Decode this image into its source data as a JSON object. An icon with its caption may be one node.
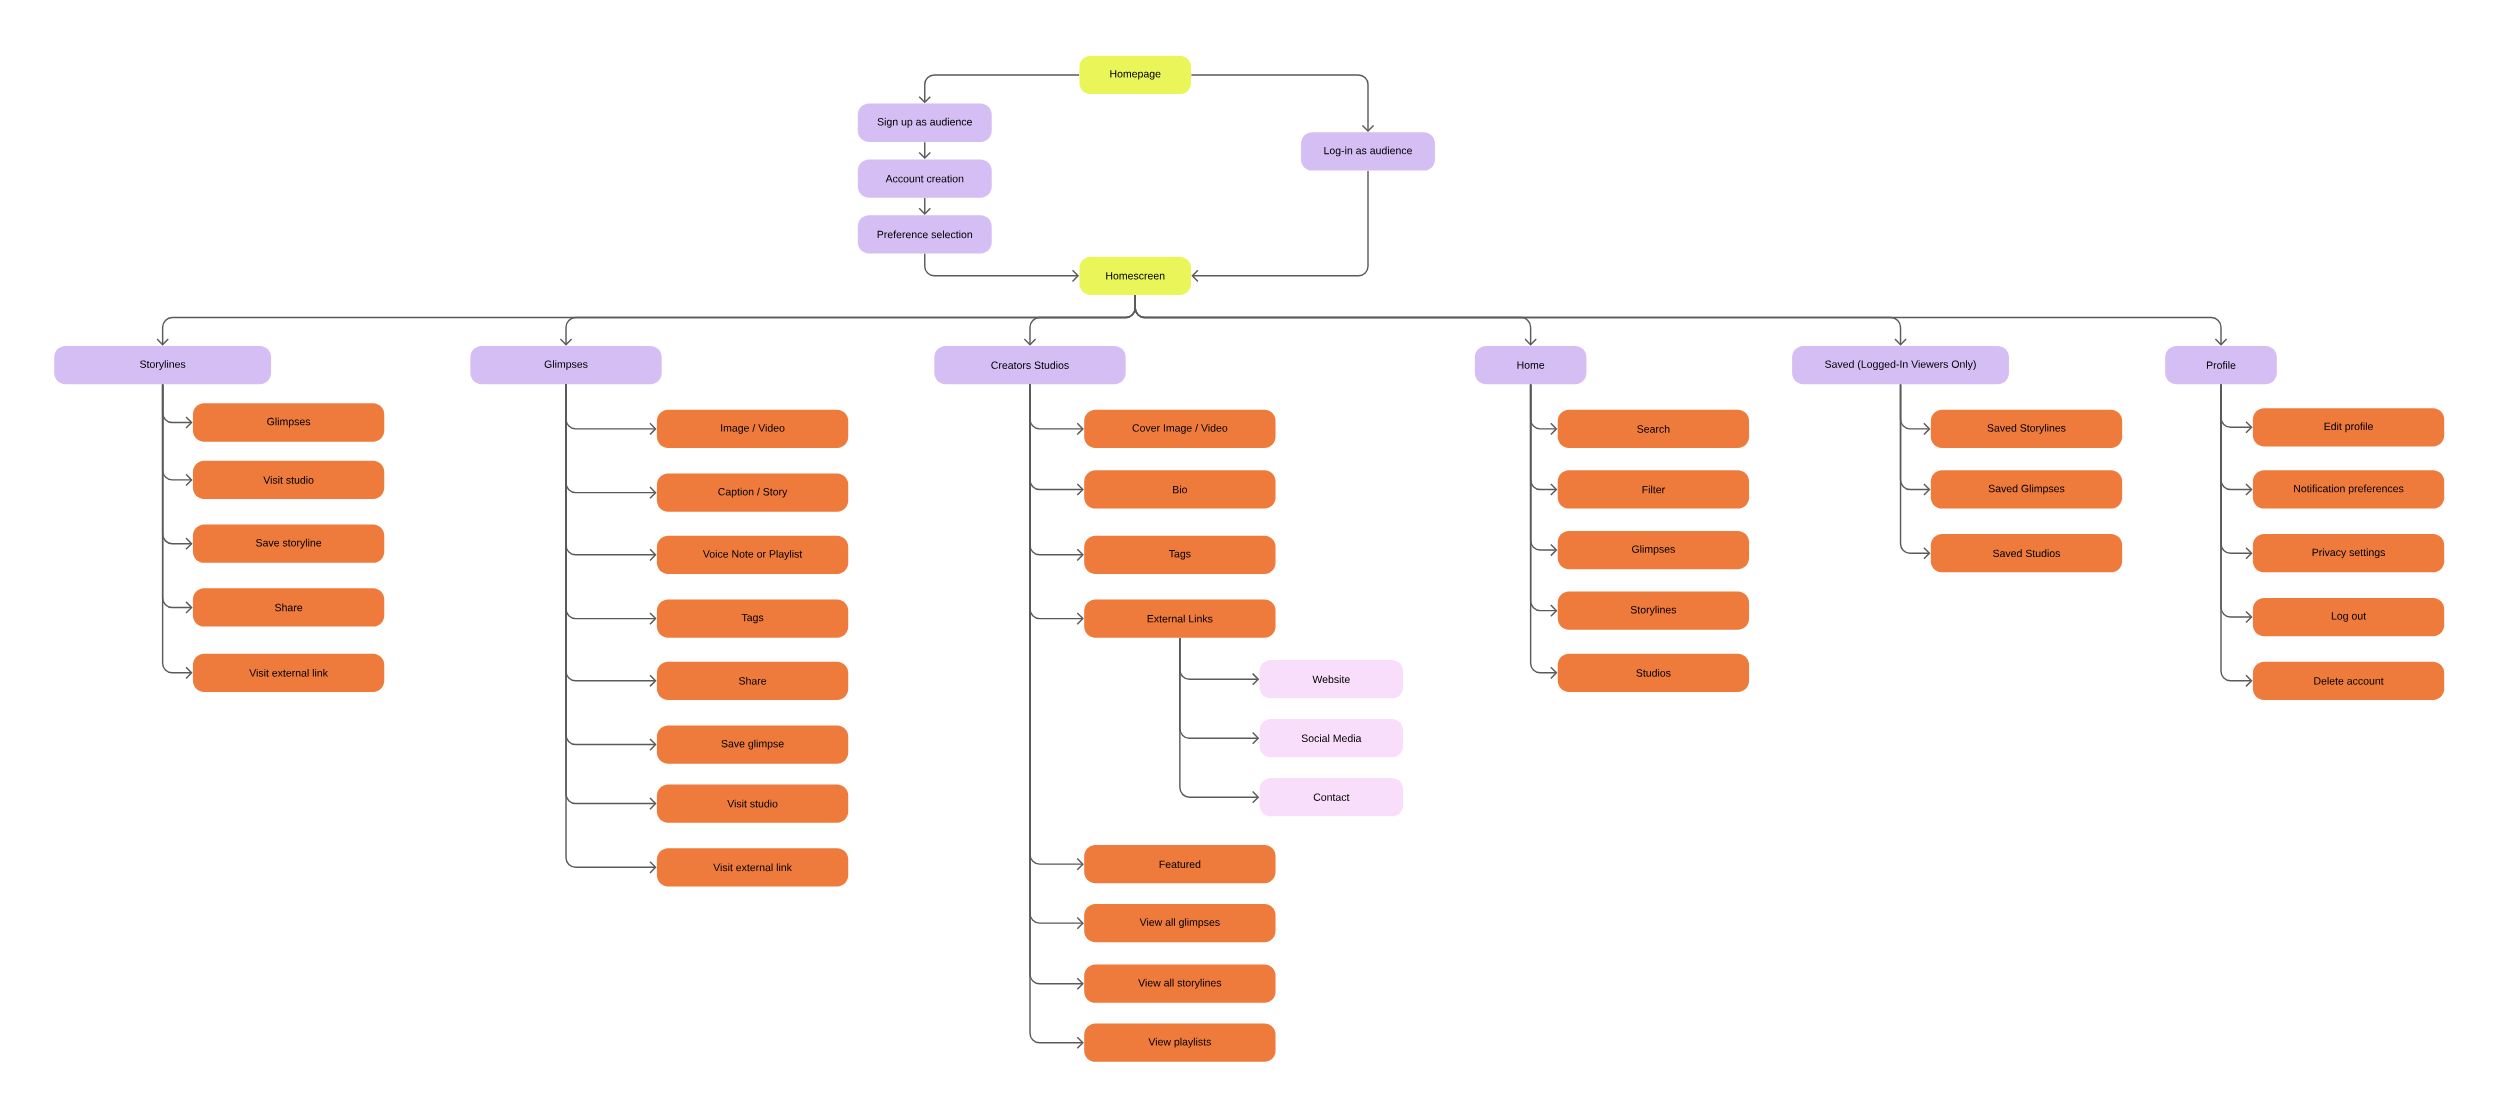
{
  "diagram": {
    "nodes": [
      {
        "text": [
          "Homepage"
        ]
      },
      {
        "text": [
          "Sign up as audience"
        ]
      },
      {
        "text": [
          "Account creation"
        ]
      },
      {
        "text": [
          "Preference selection"
        ]
      },
      {
        "text": [
          "Log-in as audience"
        ]
      },
      {
        "text": [
          "Homescreen"
        ]
      },
      {
        "text": [
          "Storylines"
        ]
      },
      {
        "text": [
          "Glimpses"
        ]
      },
      {
        "text": [
          "Creators Studios"
        ]
      },
      {
        "text": [
          "Home"
        ]
      },
      {
        "text": [
          "Saved (Logged-In Viewers Only)"
        ]
      },
      {
        "text": [
          "Profile"
        ]
      },
      {
        "text": [
          "Glimpses"
        ]
      },
      {
        "text": [
          "Visit studio"
        ]
      },
      {
        "text": [
          "Save storyline"
        ]
      },
      {
        "text": [
          "Share"
        ]
      },
      {
        "text": [
          "Visit external link"
        ]
      },
      {
        "text": [
          "Image / Video"
        ]
      },
      {
        "text": [
          "Caption / Story"
        ]
      },
      {
        "text": [
          "Voice Note or Playlist"
        ]
      },
      {
        "text": [
          "Tags"
        ]
      },
      {
        "text": [
          "Share"
        ]
      },
      {
        "text": [
          "Save glimpse"
        ]
      },
      {
        "text": [
          "Visit studio"
        ]
      },
      {
        "text": [
          "Visit external link"
        ]
      },
      {
        "text": [
          "Cover Image / Video"
        ]
      },
      {
        "text": [
          "Bio"
        ]
      },
      {
        "text": [
          "Tags"
        ]
      },
      {
        "text": [
          "External Links"
        ]
      },
      {
        "text": [
          "Website"
        ]
      },
      {
        "text": [
          "Social Media"
        ]
      },
      {
        "text": [
          "Contact"
        ]
      },
      {
        "text": [
          "Featured"
        ]
      },
      {
        "text": [
          "View all glimpses"
        ]
      },
      {
        "text": [
          "View all storylines"
        ]
      },
      {
        "text": [
          "View playlists"
        ]
      },
      {
        "text": [
          "Search"
        ]
      },
      {
        "text": [
          "Filter"
        ]
      },
      {
        "text": [
          "Glimpses"
        ]
      },
      {
        "text": [
          "Storylines"
        ]
      },
      {
        "text": [
          "Studios"
        ]
      },
      {
        "text": [
          "Saved Storylines"
        ]
      },
      {
        "text": [
          "Saved Glimpses"
        ]
      },
      {
        "text": [
          "Saved Studios"
        ]
      },
      {
        "text": [
          "Edit profile"
        ]
      },
      {
        "text": [
          "Notification preferences"
        ]
      },
      {
        "text": [
          "Privacy settings"
        ]
      },
      {
        "text": [
          "Log out"
        ]
      },
      {
        "text": [
          "Delete account"
        ]
      }
    ],
    "edges": [
      {
        "from": 0,
        "to": 1,
        "arrow": "to"
      },
      {
        "from": 0,
        "to": 4,
        "arrow": "to"
      },
      {
        "from": 1,
        "to": 2,
        "arrow": "to"
      },
      {
        "from": 2,
        "to": 3,
        "arrow": "to"
      },
      {
        "from": 3,
        "to": 5,
        "arrow": "to"
      },
      {
        "from": 4,
        "to": 5,
        "arrow": "to"
      },
      {
        "from": 5,
        "to": 6,
        "arrow": "to"
      },
      {
        "from": 5,
        "to": 7,
        "arrow": "to"
      },
      {
        "from": 5,
        "to": 8,
        "arrow": "to"
      },
      {
        "from": 5,
        "to": 9,
        "arrow": "to"
      },
      {
        "from": 5,
        "to": 10,
        "arrow": "to"
      },
      {
        "from": 5,
        "to": 11,
        "arrow": "to"
      },
      {
        "from": 6,
        "to": 12,
        "arrow": "to"
      },
      {
        "from": 6,
        "to": 13,
        "arrow": "to"
      },
      {
        "from": 6,
        "to": 14,
        "arrow": "to"
      },
      {
        "from": 6,
        "to": 15,
        "arrow": "to"
      },
      {
        "from": 6,
        "to": 16,
        "arrow": "to"
      },
      {
        "from": 7,
        "to": 17,
        "arrow": "to"
      },
      {
        "from": 7,
        "to": 18,
        "arrow": "to"
      },
      {
        "from": 7,
        "to": 19,
        "arrow": "to"
      },
      {
        "from": 7,
        "to": 20,
        "arrow": "to"
      },
      {
        "from": 7,
        "to": 21,
        "arrow": "to"
      },
      {
        "from": 7,
        "to": 22,
        "arrow": "to"
      },
      {
        "from": 7,
        "to": 23,
        "arrow": "to"
      },
      {
        "from": 7,
        "to": 24,
        "arrow": "to"
      },
      {
        "from": 8,
        "to": 25,
        "arrow": "to"
      },
      {
        "from": 8,
        "to": 26,
        "arrow": "to"
      },
      {
        "from": 8,
        "to": 27,
        "arrow": "to"
      },
      {
        "from": 8,
        "to": 28,
        "arrow": "to"
      },
      {
        "from": 28,
        "to": 29,
        "arrow": "to"
      },
      {
        "from": 28,
        "to": 30,
        "arrow": "to"
      },
      {
        "from": 28,
        "to": 31,
        "arrow": "to"
      },
      {
        "from": 8,
        "to": 32,
        "arrow": "to"
      },
      {
        "from": 8,
        "to": 33,
        "arrow": "to"
      },
      {
        "from": 8,
        "to": 34,
        "arrow": "to"
      },
      {
        "from": 8,
        "to": 35,
        "arrow": "to"
      },
      {
        "from": 9,
        "to": 36,
        "arrow": "to"
      },
      {
        "from": 9,
        "to": 37,
        "arrow": "to"
      },
      {
        "from": 9,
        "to": 38,
        "arrow": "to"
      },
      {
        "from": 9,
        "to": 39,
        "arrow": "to"
      },
      {
        "from": 9,
        "to": 40,
        "arrow": "to"
      },
      {
        "from": 10,
        "to": 41,
        "arrow": "to"
      },
      {
        "from": 10,
        "to": 42,
        "arrow": "to"
      },
      {
        "from": 10,
        "to": 43,
        "arrow": "to"
      },
      {
        "from": 11,
        "to": 44,
        "arrow": "to"
      },
      {
        "from": 11,
        "to": 45,
        "arrow": "to"
      },
      {
        "from": 11,
        "to": 46,
        "arrow": "to"
      },
      {
        "from": 11,
        "to": 47,
        "arrow": "to"
      },
      {
        "from": 11,
        "to": 48,
        "arrow": "to"
      }
    ]
  }
}
